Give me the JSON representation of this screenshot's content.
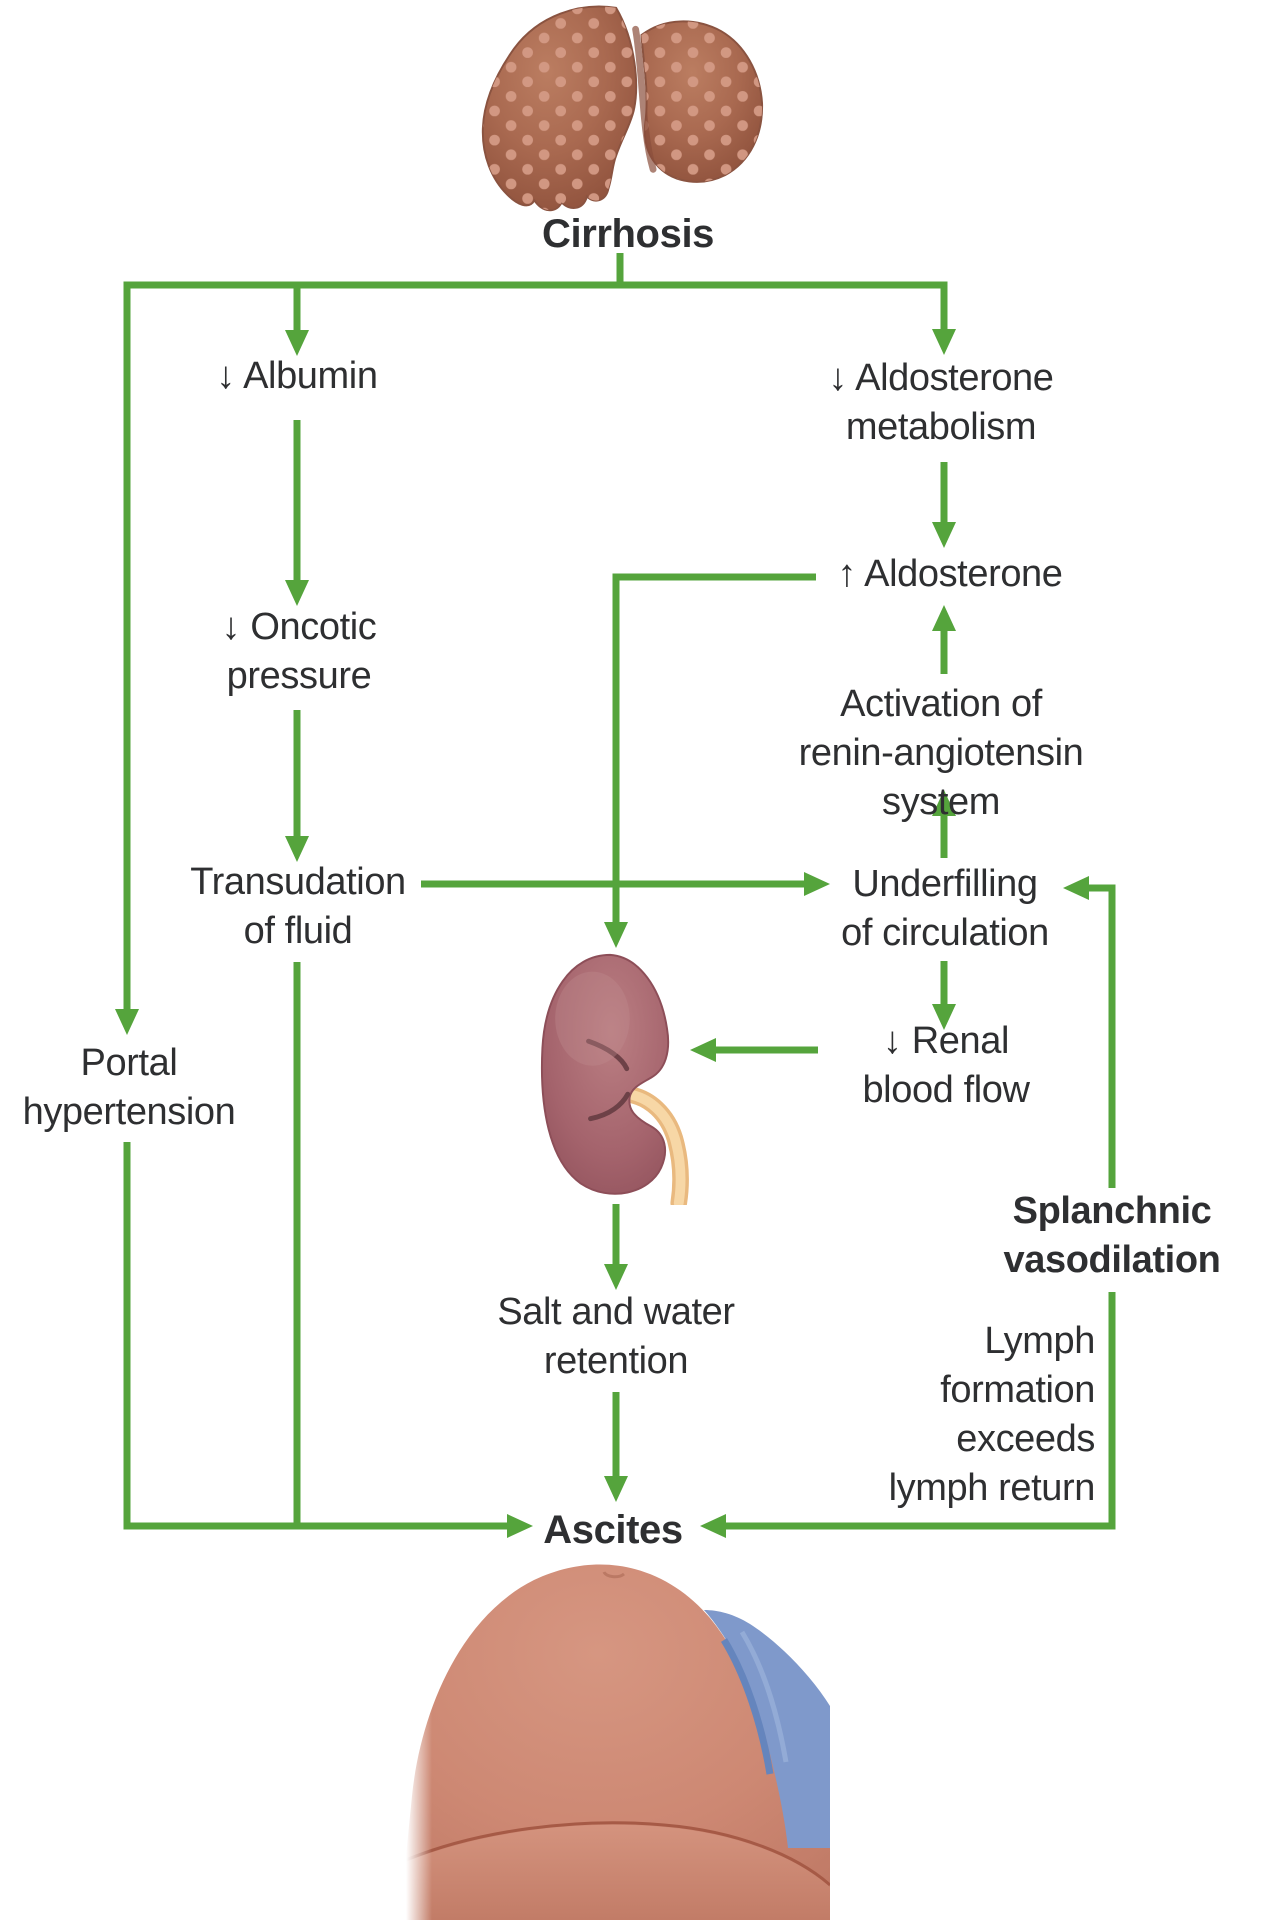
{
  "diagram": {
    "topic": "Pathophysiology of ascites in cirrhosis"
  },
  "colors": {
    "arrow_green": "#55a43c",
    "text_dark": "#2e2f31",
    "liver_brown": "#a96950",
    "liver_nodule": "#d49a85",
    "kidney_rose": "#a4636c",
    "ureter_cream": "#f7d7a6",
    "skin_tone": "#cd8873",
    "cloth_blue": "#7f99cb"
  },
  "nodes": {
    "cirrhosis": {
      "label": "Cirrhosis"
    },
    "albumin": {
      "label": "↓ Albumin"
    },
    "oncotic_pressure": {
      "label": "↓ Oncotic\npressure"
    },
    "transudation": {
      "label": "Transudation\nof fluid"
    },
    "portal_hypertension": {
      "label": "Portal\nhypertension"
    },
    "aldosterone_metabolism": {
      "label": "↓ Aldosterone\nmetabolism"
    },
    "increased_aldosterone": {
      "label": "↑ Aldosterone"
    },
    "raas_activation": {
      "label": "Activation of\nrenin-angiotensin system"
    },
    "underfilling": {
      "label": "Underfilling\nof circulation"
    },
    "renal_blood_flow": {
      "label": "↓ Renal\nblood flow"
    },
    "splanchnic_vasodilation": {
      "label": "Splanchnic\nvasodilation"
    },
    "lymph_imbalance": {
      "label": "Lymph\nformation\nexceeds\nlymph return"
    },
    "salt_water_retention": {
      "label": "Salt and water\nretention"
    },
    "ascites": {
      "label": "Ascites"
    }
  },
  "illustrations": {
    "liver": "cirrhotic-liver",
    "kidney": "kidney",
    "abdomen": "distended-abdomen"
  }
}
